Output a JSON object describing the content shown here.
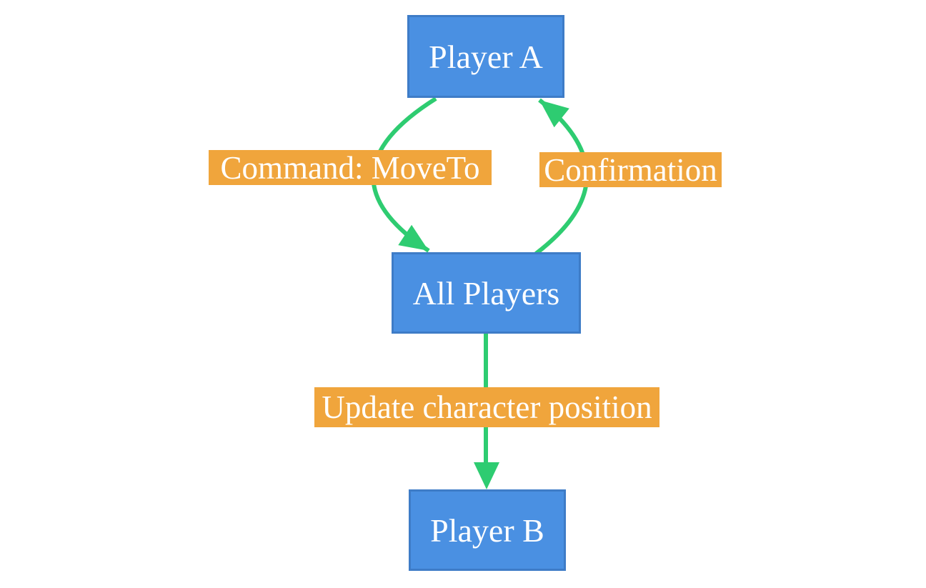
{
  "diagram": {
    "background_color": "#ffffff",
    "node_fill_color": "#4a90e2",
    "node_border_color": "#3e7cc7",
    "edge_color": "#2ecc71",
    "label_bg_color": "#f0a53c",
    "text_color": "#ffffff",
    "nodes": [
      {
        "id": "player-a",
        "label": "Player A"
      },
      {
        "id": "all-players",
        "label": "All Players"
      },
      {
        "id": "player-b",
        "label": "Player B"
      }
    ],
    "edges": [
      {
        "id": "command-moveto",
        "label": "Command: MoveTo",
        "from": "Player A",
        "to": "All Players"
      },
      {
        "id": "confirmation",
        "label": "Confirmation",
        "from": "All Players",
        "to": "Player A"
      },
      {
        "id": "update-position",
        "label": "Update character position",
        "from": "All Players",
        "to": "Player B"
      }
    ]
  }
}
